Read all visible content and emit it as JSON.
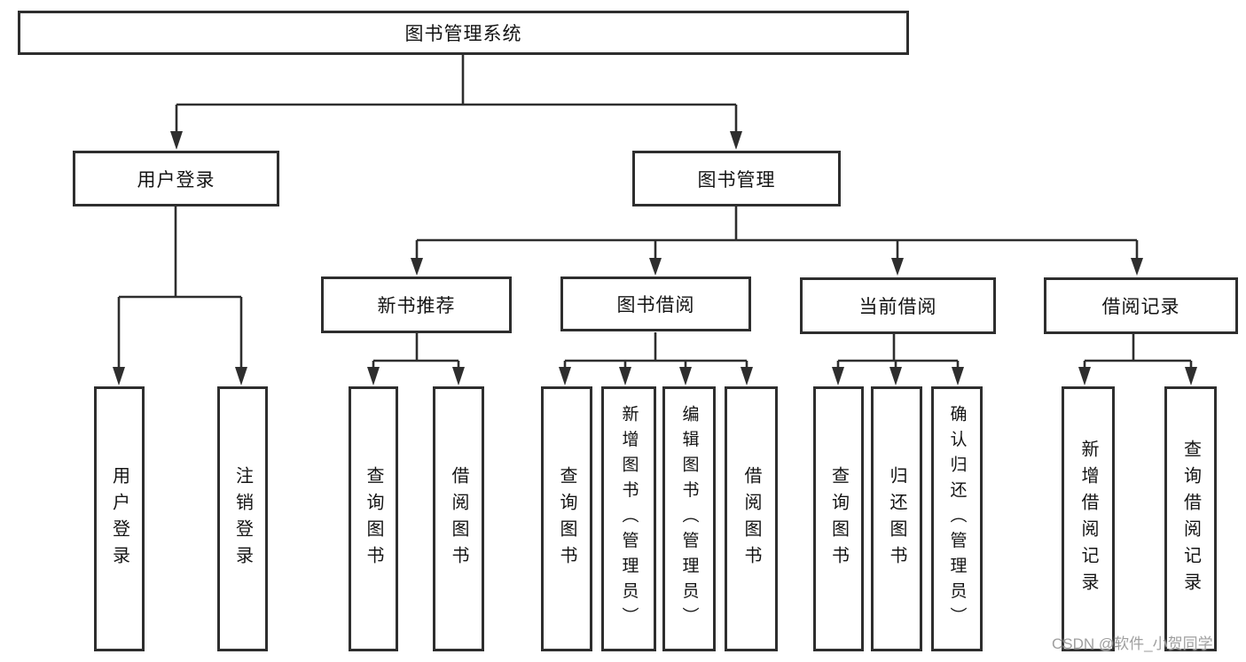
{
  "diagram_title": "图书管理系统",
  "tree": {
    "root": {
      "label": "图书管理系统"
    },
    "branches": [
      {
        "label": "用户登录",
        "children": [
          {
            "label": "用户登录"
          },
          {
            "label": "注销登录"
          }
        ]
      },
      {
        "label": "图书管理",
        "children": [
          {
            "label": "新书推荐",
            "children": [
              {
                "label": "查询图书"
              },
              {
                "label": "借阅图书"
              }
            ]
          },
          {
            "label": "图书借阅",
            "children": [
              {
                "label": "查询图书"
              },
              {
                "label": "新增图书（管理员）"
              },
              {
                "label": "编辑图书（管理员）"
              },
              {
                "label": "借阅图书"
              }
            ]
          },
          {
            "label": "当前借阅",
            "children": [
              {
                "label": "查询图书"
              },
              {
                "label": "归还图书"
              },
              {
                "label": "确认归还（管理员）"
              }
            ]
          },
          {
            "label": "借阅记录",
            "children": [
              {
                "label": "新增借阅记录"
              },
              {
                "label": "查询借阅记录"
              }
            ]
          }
        ]
      }
    ]
  },
  "watermark": "CSDN @软件_小贺同学",
  "colors": {
    "line": "#2e2e2e",
    "box_border": "#2e2e2e",
    "text": "#141414",
    "watermark": "#9f9f9f",
    "background": "#ffffff"
  }
}
